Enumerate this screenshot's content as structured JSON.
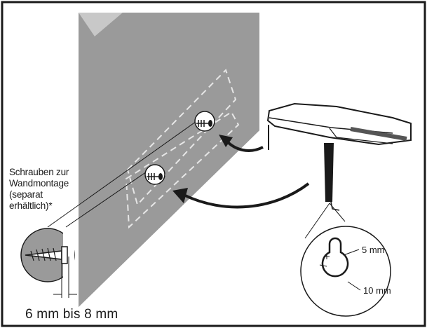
{
  "labels": {
    "screws_line1": "Schrauben zur",
    "screws_line2": "Wandmontage",
    "screws_line3": "(separat",
    "screws_line4": "erhältlich)*",
    "hole_small": "5 mm",
    "hole_large": "10 mm",
    "screw_length": "6 mm bis 8 mm"
  },
  "colors": {
    "wall": "#9a9a9a",
    "wall_edge": "#c8c8c8",
    "line": "#1a1a1a",
    "background": "#ffffff"
  }
}
